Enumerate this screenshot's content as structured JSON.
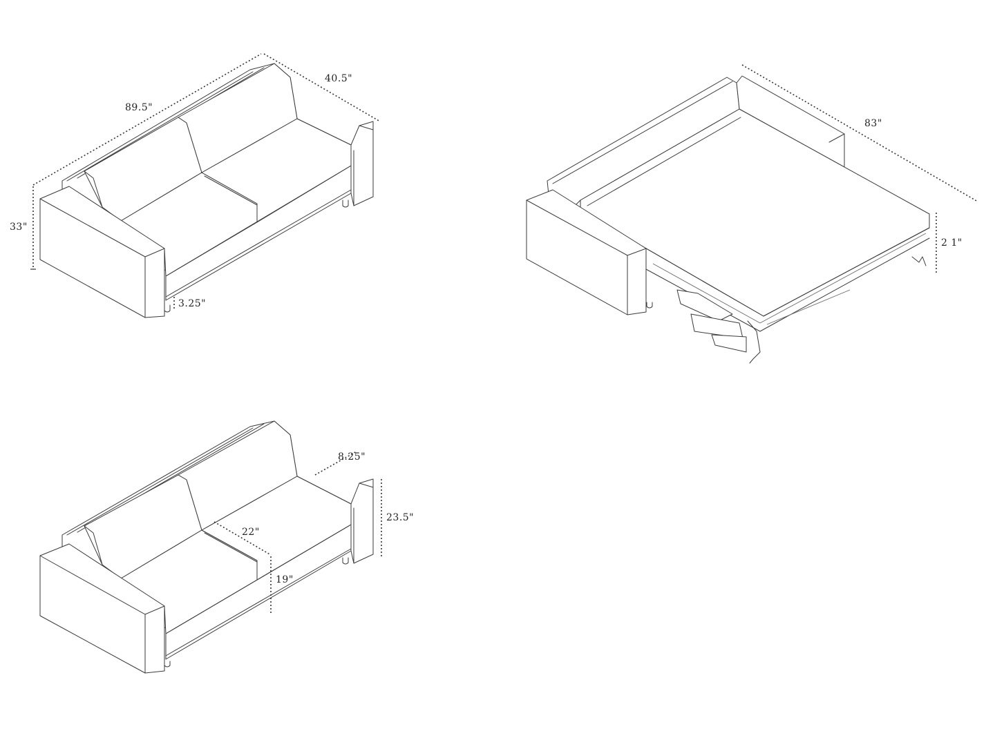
{
  "views": {
    "overall": {
      "width_label": "89.5\"",
      "depth_label": "40.5\"",
      "height_label": "33\"",
      "leg_label": "3.25\""
    },
    "bed": {
      "length_label": "83\"",
      "height_label": "2 1\""
    },
    "seat": {
      "arm_width_label": "8.25\"",
      "back_height_label": "23.5\"",
      "seat_depth_label": "22\"",
      "seat_height_label": "19\""
    }
  }
}
